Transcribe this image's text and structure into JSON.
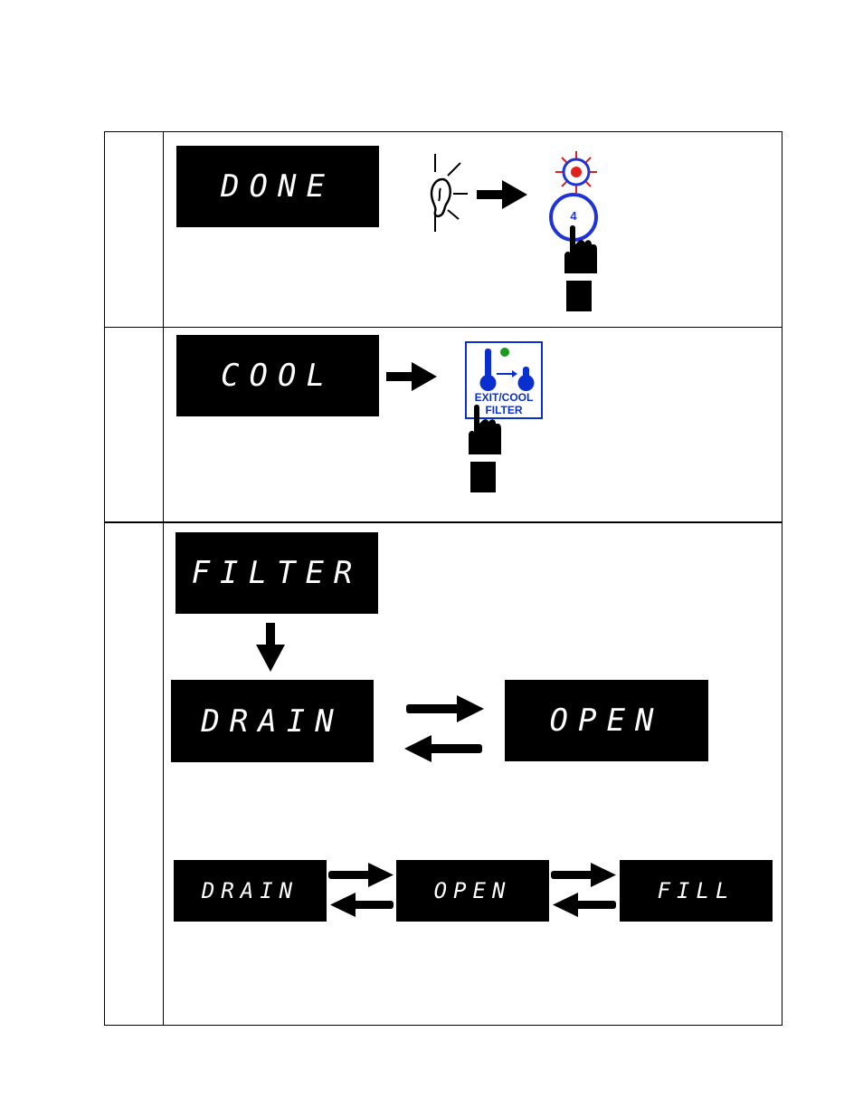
{
  "rows": [
    {
      "display": "DONE"
    },
    {
      "display": "COOL"
    },
    {
      "display": "FILTER"
    }
  ],
  "row1": {
    "button_number": "4"
  },
  "row2": {
    "key_label_line1": "EXIT/COOL",
    "key_label_line2": "FILTER",
    "key_led_color": "#1a9a1a",
    "key_color": "#0a2fd0"
  },
  "row3": {
    "toggle_pair": [
      "DRAIN",
      "OPEN"
    ],
    "cycle_sequence": [
      "DRAIN",
      "OPEN",
      "FILL"
    ]
  },
  "colors": {
    "display_bg": "#000000",
    "display_text": "#ffffff",
    "indicator_red": "#e0201a",
    "button_blue": "#1f33d6"
  }
}
